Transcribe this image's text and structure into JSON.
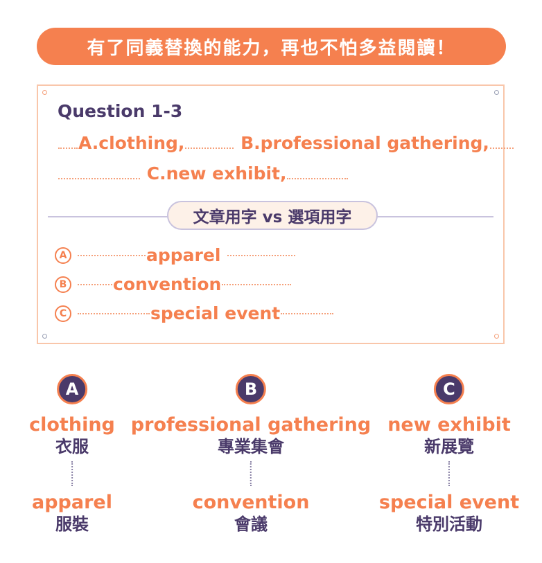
{
  "banner": {
    "title": "有了同義替換的能力，再也不怕多益閱讀！"
  },
  "question": {
    "title": "Question 1-3",
    "line1": {
      "a": "A.clothing,",
      "b": "B.professional gathering,"
    },
    "line2": {
      "c": "C.new exhibit,"
    }
  },
  "compare_label": "文章用字 vs 選項用字",
  "options": [
    {
      "letter": "A",
      "word": "apparel"
    },
    {
      "letter": "B",
      "word": "convention"
    },
    {
      "letter": "C",
      "word": "special event"
    }
  ],
  "pairs": [
    {
      "badge": "A",
      "en_top": "clothing",
      "zh_top": "衣服",
      "en_bottom": "apparel",
      "zh_bottom": "服裝"
    },
    {
      "badge": "B",
      "en_top": "professional gathering",
      "zh_top": "專業集會",
      "en_bottom": "convention",
      "zh_bottom": "會議"
    },
    {
      "badge": "C",
      "en_top": "new exhibit",
      "zh_top": "新展覽",
      "en_bottom": "special event",
      "zh_bottom": "特別活動"
    }
  ],
  "colors": {
    "accent": "#f5804f",
    "ink": "#4a3a6a",
    "border": "#f9c6aa"
  }
}
